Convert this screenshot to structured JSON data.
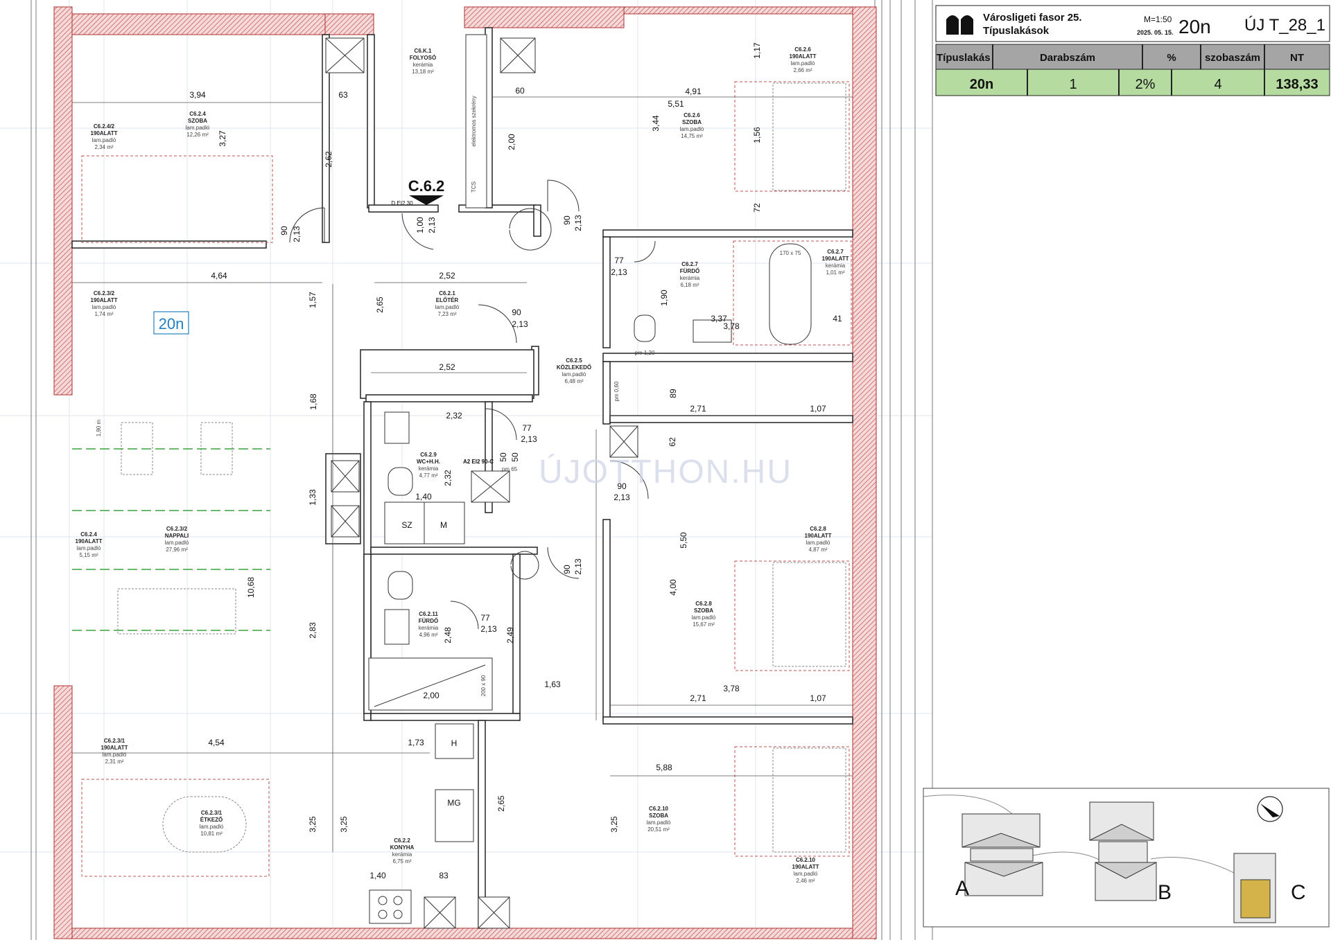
{
  "header": {
    "title_line1": "Városligeti fasor 25.",
    "title_line2": "Típuslakások",
    "scale": "M=1:50",
    "date": "2025. 05. 15.",
    "unit_type": "20n",
    "code": "ÚJ T_28_1"
  },
  "summary_table": {
    "columns": [
      "Típuslakás",
      "Darabszám",
      "%",
      "szobaszám",
      "NT"
    ],
    "row": [
      "20n",
      "1",
      "2%",
      "4",
      "138,33"
    ]
  },
  "unit_label": "20n",
  "unit_id": "C.6.2",
  "door_code": "D EI2 30",
  "door_code2": "A2 EI2 90-C",
  "watermark": "ÚJOTTHON.HU",
  "rooms": [
    {
      "code": "C6.K.1",
      "name": "FOLYOSÓ",
      "floor": "kerámia",
      "area": "13,18 m²"
    },
    {
      "code": "C6.2.4",
      "name": "SZOBA",
      "floor": "lam.padló",
      "area": "12,26 m²"
    },
    {
      "code": "C6.2.4/2",
      "name": "190ALATT",
      "floor": "lam.padló",
      "area": "2,34 m²"
    },
    {
      "code": "C6.2.6",
      "name": "190ALATT",
      "floor": "lam.padló",
      "area": "2,66 m²"
    },
    {
      "code": "C6.2.6",
      "name": "SZOBA",
      "floor": "lam.padló",
      "area": "14,75 m²"
    },
    {
      "code": "C6.2.3/2",
      "name": "190ALATT",
      "floor": "lam.padló",
      "area": "1,74 m²"
    },
    {
      "code": "C6.2.1",
      "name": "ELŐTÉR",
      "floor": "lam.padló",
      "area": "7,23 m²"
    },
    {
      "code": "C6.2.7",
      "name": "FÜRDŐ",
      "floor": "kerámia",
      "area": "6,18 m²"
    },
    {
      "code": "C6.2.7",
      "name": "190ALATT",
      "floor": "kerámia",
      "area": "1,01 m²"
    },
    {
      "code": "C6.2.5",
      "name": "KÖZLEKEDŐ",
      "floor": "lam.padló",
      "area": "6,48 m²"
    },
    {
      "code": "C6.2.9",
      "name": "WC+H.H.",
      "floor": "kerámia",
      "area": "4,77 m²"
    },
    {
      "code": "C6.2.4",
      "name": "190ALATT",
      "floor": "lam.padló",
      "area": "5,15 m²"
    },
    {
      "code": "C6.2.3/2",
      "name": "NAPPALI",
      "floor": "lam.padló",
      "area": "27,96 m²"
    },
    {
      "code": "C6.2.8",
      "name": "190ALATT",
      "floor": "lam.padló",
      "area": "4,87 m²"
    },
    {
      "code": "C6.2.8",
      "name": "SZOBA",
      "floor": "lam.padló",
      "area": "15,67 m²"
    },
    {
      "code": "C6.2.11",
      "name": "FÜRDŐ",
      "floor": "kerámia",
      "area": "4,96 m²"
    },
    {
      "code": "C6.2.3/1",
      "name": "190ALATT",
      "floor": "lam.padló",
      "area": "2,31 m²"
    },
    {
      "code": "C6.2.3/1",
      "name": "ÉTKEZŐ",
      "floor": "lam.padló",
      "area": "10,81 m²"
    },
    {
      "code": "C6.2.2",
      "name": "KONYHA",
      "floor": "kerámia",
      "area": "6,75 m²"
    },
    {
      "code": "C6.2.10",
      "name": "SZOBA",
      "floor": "lam.padló",
      "area": "20,51 m²"
    },
    {
      "code": "C6.2.10",
      "name": "190ALATT",
      "floor": "lam.padló",
      "area": "2,46 m²"
    }
  ],
  "dimensions": [
    "3,94",
    "63",
    "4,91",
    "5,51",
    "3,27",
    "3,44",
    "1,56",
    "1,17",
    "2,62",
    "2,00",
    "60",
    "1,00",
    "2,13",
    "90",
    "2,13",
    "90",
    "2,13",
    "72",
    "4,64",
    "2,52",
    "1,57",
    "2,65",
    "77",
    "2,13",
    "1,90",
    "90",
    "2,13",
    "3,37",
    "3,78",
    "41",
    "2,52",
    "2,71",
    "1,07",
    "89",
    "2,32",
    "77",
    "2,13",
    "62",
    "1,68",
    "50",
    "50",
    "1,40",
    "2,32",
    "90",
    "2,13",
    "1,33",
    "5,50",
    "90",
    "2,13",
    "4,00",
    "10,68",
    "77",
    "2,13",
    "2,48",
    "2,49",
    "2,83",
    "1,63",
    "3,78",
    "2,71",
    "1,07",
    "2,00",
    "4,54",
    "1,73",
    "5,88",
    "3,25",
    "3,25",
    "2,65",
    "3,25",
    "1,40",
    "83"
  ],
  "fixtures": {
    "wardrobe_left": "SZ",
    "wardrobe_right": "M",
    "fridge": "H",
    "dishwasher": "MG",
    "tub_size_a": "170 x 75",
    "tub_size_b": "200 x 90",
    "elec_cabinet": "elektromos szekrény",
    "shaft": "TCS",
    "pm_120": "pm 1,20",
    "pm_065": "pm 65",
    "pm_060": "pm 0,60",
    "headroom": "1,90 m"
  },
  "site_plan": {
    "labels": [
      "A",
      "B",
      "C"
    ]
  }
}
